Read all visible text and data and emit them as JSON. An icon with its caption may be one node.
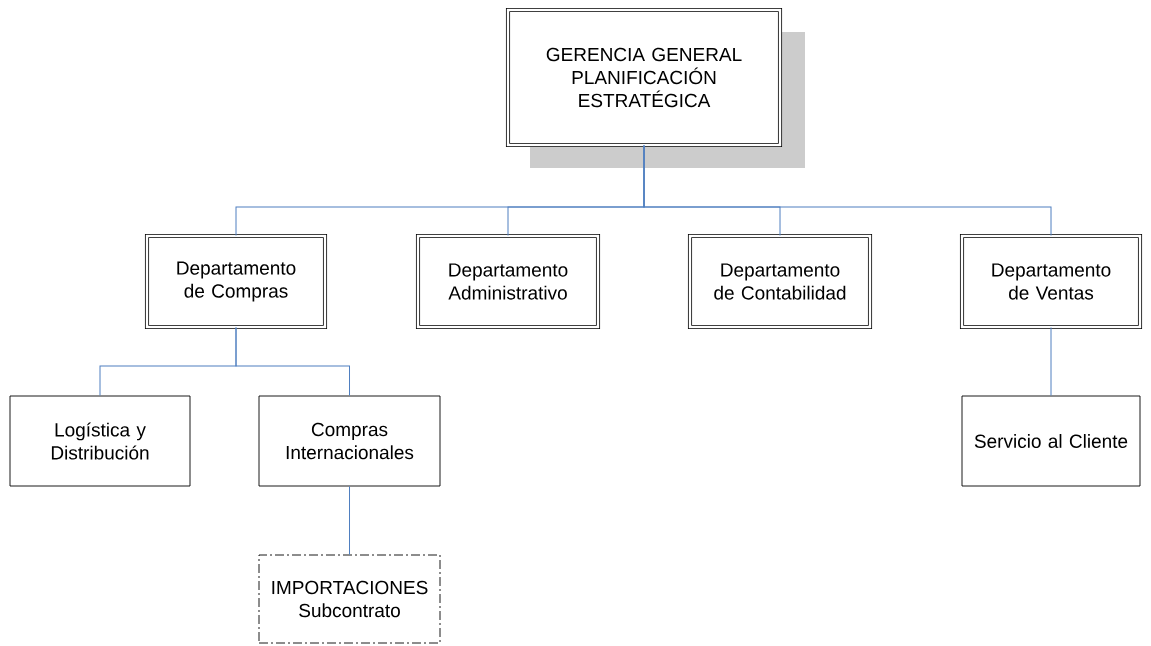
{
  "diagram": {
    "nodes": [
      {
        "text": [
          "GERENCIA GENERAL PLANIFICACIÓN ESTRATÉGICA"
        ]
      },
      {
        "text": [
          "Departamento de Compras"
        ]
      },
      {
        "text": [
          "Departamento Administrativo"
        ]
      },
      {
        "text": [
          "Departamento de Contabilidad"
        ]
      },
      {
        "text": [
          "Departamento de Ventas"
        ]
      },
      {
        "text": [
          "Logística y Distribución"
        ]
      },
      {
        "text": [
          "Compras Internacionales"
        ]
      },
      {
        "text": [
          "IMPORTACIONES Subcontrato"
        ]
      },
      {
        "text": [
          "Servicio al Cliente"
        ]
      }
    ],
    "edges": [
      {
        "from": 0,
        "to": 1,
        "arrow": "none"
      },
      {
        "from": 0,
        "to": 2,
        "arrow": "none"
      },
      {
        "from": 0,
        "to": 3,
        "arrow": "none"
      },
      {
        "from": 0,
        "to": 4,
        "arrow": "none"
      },
      {
        "from": 1,
        "to": 5,
        "arrow": "none"
      },
      {
        "from": 1,
        "to": 6,
        "arrow": "none"
      },
      {
        "from": 6,
        "to": 7,
        "arrow": "none"
      },
      {
        "from": 4,
        "to": 8,
        "arrow": "none"
      }
    ]
  }
}
